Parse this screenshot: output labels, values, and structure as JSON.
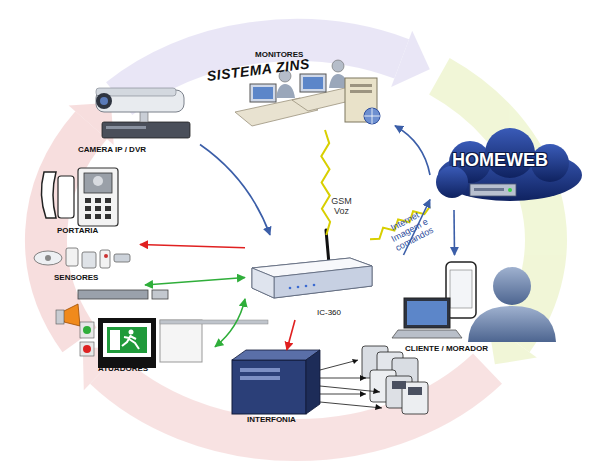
{
  "diagram": {
    "nodes": [
      {
        "text": [
          "MONITORES",
          "SISTEMA ZINS"
        ]
      },
      {
        "text": [
          "HOMEWEB"
        ]
      },
      {
        "text": [
          "CAMERA IP / DVR"
        ]
      },
      {
        "text": [
          "PORTARIA"
        ]
      },
      {
        "text": [
          "SENSORES"
        ]
      },
      {
        "text": [
          "ATUADORES"
        ]
      },
      {
        "text": [
          "IC-360"
        ]
      },
      {
        "text": [
          "INTERFONIA"
        ]
      },
      {
        "text": [
          "CLIENTE / MORADOR"
        ]
      }
    ],
    "edges": [
      {
        "from": 2,
        "to": 6,
        "arrow": "to"
      },
      {
        "from": 6,
        "to": 4,
        "arrow": "to"
      },
      {
        "from": 6,
        "to": 5,
        "arrow": "both"
      },
      {
        "from": 6,
        "to": 5,
        "arrow": "both"
      },
      {
        "from": 6,
        "to": 7,
        "arrow": "to"
      },
      {
        "from": 6,
        "to": 0,
        "label": "GSM Voz",
        "arrow": "none"
      },
      {
        "from": 6,
        "to": 1,
        "label": "Internet Imagem e comandos",
        "arrow": "none"
      },
      {
        "from": 1,
        "to": 0,
        "arrow": "to"
      },
      {
        "from": 1,
        "to": 8,
        "arrow": "to"
      },
      {
        "from": 8,
        "to": 1,
        "arrow": "to"
      }
    ]
  }
}
